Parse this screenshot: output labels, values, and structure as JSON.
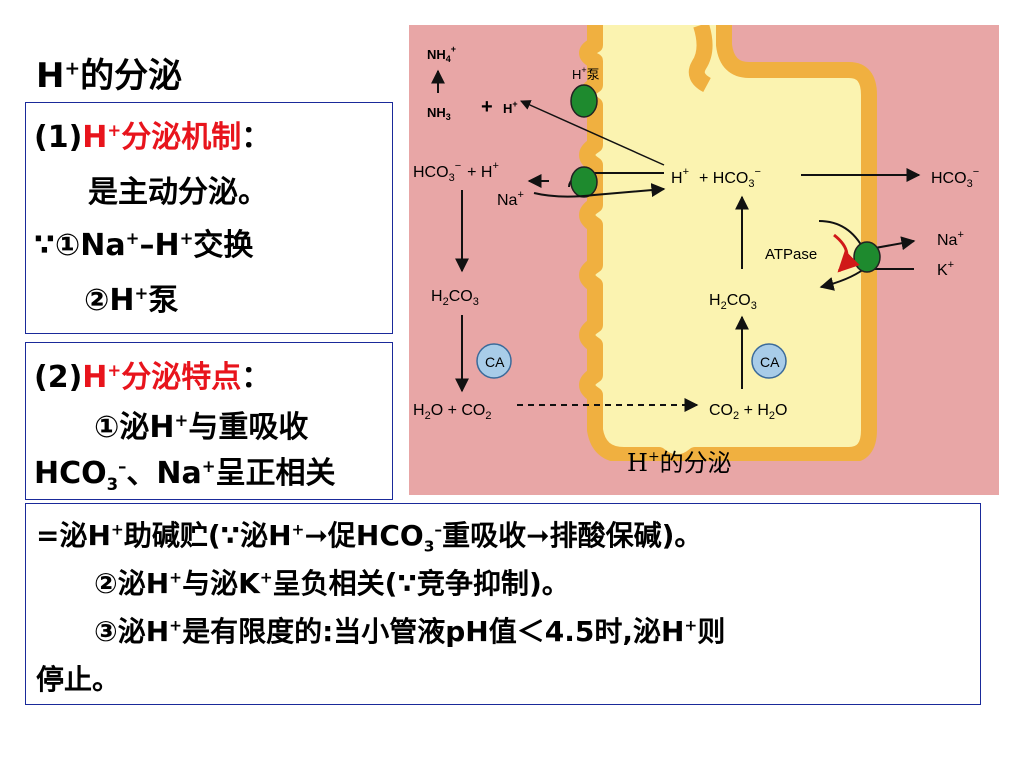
{
  "slide": {
    "title": {
      "main": "H",
      "sup": "+",
      "rest": "的分泌"
    },
    "box1": {
      "l1_a": "(1)",
      "l1_b": "H",
      "l1_sup": "+",
      "l1_c": "分泌机制",
      "l1_d": "：",
      "l2": "是主动分泌。",
      "l3_a": "∵①Na",
      "l3_sup1": "+",
      "l3_b": "–H",
      "l3_sup2": "+",
      "l3_c": "交换",
      "l4_a": "②H",
      "l4_sup": "+",
      "l4_b": "泵"
    },
    "box2": {
      "l1_a": "(2)",
      "l1_b": "H",
      "l1_sup": "+",
      "l1_c": "分泌特点",
      "l1_d": "：",
      "l2_a": "①泌H",
      "l2_sup": "+",
      "l2_b": "与重吸收",
      "l3_a": "HCO",
      "l3_sub": "3",
      "l3_sup1": "–",
      "l3_b": "、Na",
      "l3_sup2": "+",
      "l3_c": "呈正相关"
    },
    "box3": {
      "l1_a": "=泌H",
      "l1_sup1": "+",
      "l1_b": "助碱贮(∵泌H",
      "l1_sup2": "+",
      "l1_c": "➞促HCO",
      "l1_sub": "3",
      "l1_sup3": "–",
      "l1_d": "重吸收➞排酸保碱)。",
      "l2_a": "②泌H",
      "l2_sup1": "+",
      "l2_b": "与泌K",
      "l2_sup2": "+",
      "l2_c": "呈负相关(∵竞争抑制)。",
      "l3_a": "③泌H",
      "l3_sup1": "+",
      "l3_b": "是有限度的:当小管液pH值＜4.5时,泌H",
      "l3_sup2": "+",
      "l3_c": "则",
      "l4": "停止。"
    }
  },
  "figure": {
    "colors": {
      "lumen": "#e8a6a6",
      "cell": "#fbf3b0",
      "membrane": "#f0b040",
      "enzyme": "#a8cce8",
      "transporter": "#1e8a2e",
      "atpase_arrow": "#d01818"
    },
    "nh4": "NH",
    "nh4_sub": "4",
    "nh4_sup": "+",
    "nh3": "NH",
    "nh3_sub": "3",
    "plus": "+",
    "h_plus_lumen": "H",
    "h_plus_sup": "+",
    "pump_label": "H",
    "pump_sup": "+",
    "pump_label2": "泵",
    "hco3_left": "HCO",
    "hco3_left_sub": "3",
    "hco3_left_sup": "−",
    "plus_h": "+ H",
    "plus_h_sup": "+",
    "na_left": "Na",
    "na_left_sup": "+",
    "h2co3_left": "H",
    "h2co3_left_sub": "2",
    "h2co3_left_rest": "CO",
    "h2co3_left_sub2": "3",
    "ca_left": "CA",
    "h2o_co2_left_a": "H",
    "h2o_co2_left_sub1": "2",
    "h2o_co2_left_b": "O + CO",
    "h2o_co2_left_sub2": "2",
    "h_cell": "H",
    "h_cell_sup": "+",
    "plus_hco3": "+  HCO",
    "plus_hco3_sub": "3",
    "plus_hco3_sup": "−",
    "hco3_right": "HCO",
    "hco3_right_sub": "3",
    "hco3_right_sup": "−",
    "atpase": "ATPase",
    "na_right": "Na",
    "na_right_sup": "+",
    "k_right": "K",
    "k_right_sup": "+",
    "h2co3_right": "H",
    "h2co3_right_sub": "2",
    "h2co3_right_rest": "CO",
    "h2co3_right_sub2": "3",
    "ca_right": "CA",
    "co2_h2o_right_a": "CO",
    "co2_h2o_right_sub1": "2",
    "co2_h2o_right_b": " + H",
    "co2_h2o_right_sub2": "2",
    "co2_h2o_right_c": "O",
    "caption_a": "H",
    "caption_sup": "+",
    "caption_b": "的分泌"
  }
}
